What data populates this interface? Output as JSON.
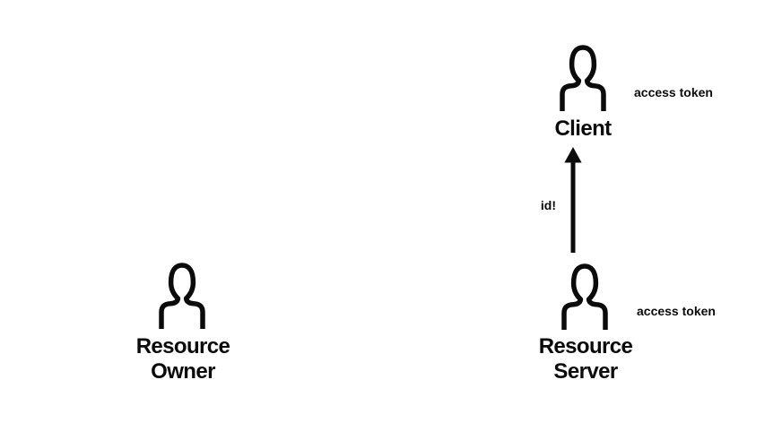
{
  "colors": {
    "background": "#ffffff",
    "ink": "#0b0b0b"
  },
  "diagram": {
    "client": {
      "label": "Client",
      "annotation": "access token"
    },
    "resource_server": {
      "label_line1": "Resource",
      "label_line2": "Server",
      "annotation": "access token"
    },
    "resource_owner": {
      "label_line1": "Resource",
      "label_line2": "Owner"
    },
    "arrow": {
      "label": "id!",
      "direction": "up",
      "from": "Resource Server",
      "to": "Client"
    }
  }
}
